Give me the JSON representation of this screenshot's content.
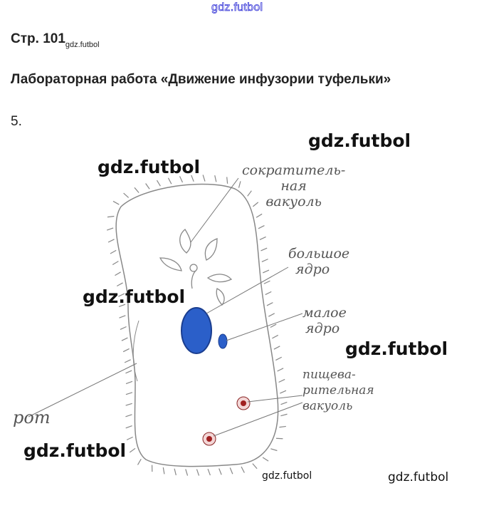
{
  "watermark_top": "gdz.futbol",
  "page": {
    "label": "Стр. 101",
    "watermark": "gdz.futbol"
  },
  "title": "Лабораторная работа «Движение инфузории туфельки»",
  "task_number": "5.",
  "watermarks": [
    "gdz.futbol",
    "gdz.futbol",
    "gdz.futbol",
    "gdz.futbol",
    "gdz.futbol",
    "gdz.futbol",
    "gdz.futbol"
  ],
  "labels": {
    "contractile": [
      "сократитель-",
      "ная",
      "вакуоль"
    ],
    "macronucleus": [
      "большое",
      "ядро"
    ],
    "micronucleus": [
      "малое",
      "ядро"
    ],
    "digestive": [
      "пищева-",
      "рительная",
      "вакуоль"
    ],
    "mouth": "рот"
  },
  "colors": {
    "nucleus": "#2b5fc9",
    "vacuole": "#c0392b",
    "outline": "#777777"
  }
}
